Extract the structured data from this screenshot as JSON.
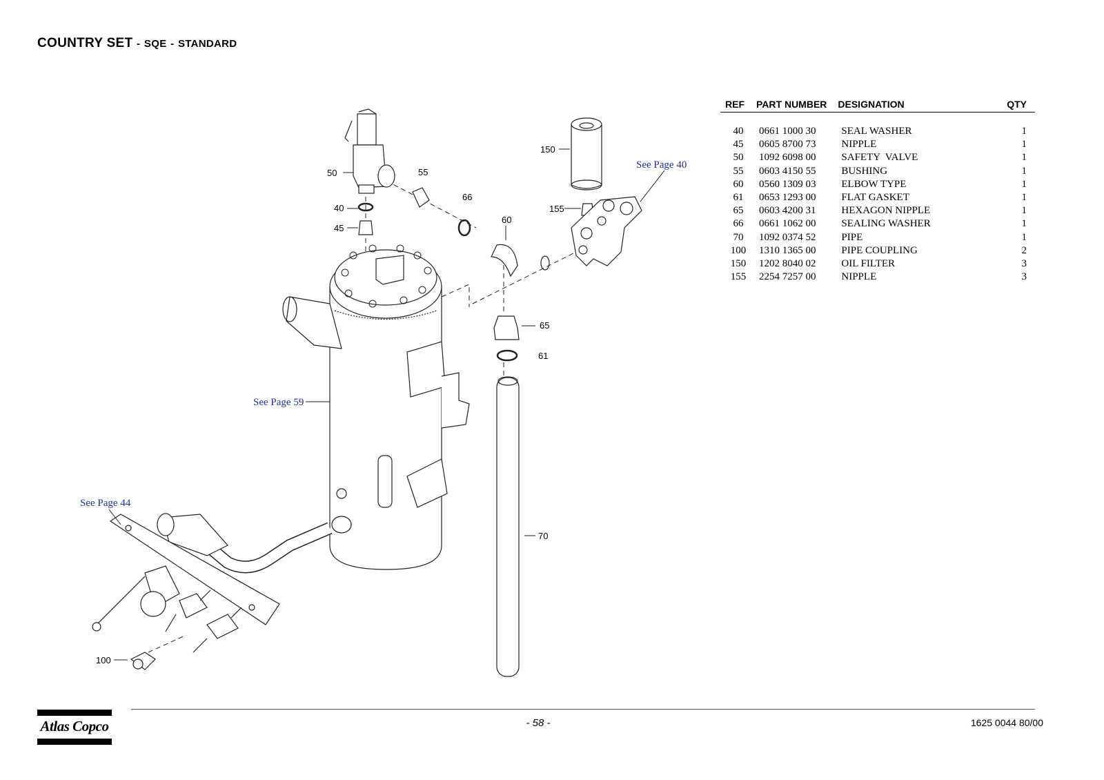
{
  "header": {
    "title_main": "COUNTRY SET",
    "separator": "-",
    "title_model": "SQE",
    "title_variant": "STANDARD"
  },
  "drawing": {
    "callouts": {
      "c40": "40",
      "c45": "45",
      "c50": "50",
      "c55": "55",
      "c60": "60",
      "c61": "61",
      "c65": "65",
      "c66": "66",
      "c70": "70",
      "c100": "100",
      "c150": "150",
      "c155": "155"
    },
    "see_page": {
      "p40": "See Page 40",
      "p59": "See Page 59",
      "p44": "See Page 44"
    }
  },
  "parts_table": {
    "headers": {
      "ref": "REF",
      "part_number": "PART NUMBER",
      "designation": "DESIGNATION",
      "qty": "QTY"
    },
    "rows": [
      {
        "ref": "40",
        "part_number": "0661 1000 30",
        "designation": "SEAL WASHER",
        "qty": "1"
      },
      {
        "ref": "45",
        "part_number": "0605 8700 73",
        "designation": "NIPPLE",
        "qty": "1"
      },
      {
        "ref": "50",
        "part_number": "1092 6098 00",
        "designation": "SAFETY  VALVE",
        "qty": "1"
      },
      {
        "ref": "55",
        "part_number": "0603 4150 55",
        "designation": "BUSHING",
        "qty": "1"
      },
      {
        "ref": "60",
        "part_number": "0560 1309 03",
        "designation": "ELBOW TYPE",
        "qty": "1"
      },
      {
        "ref": "61",
        "part_number": "0653 1293 00",
        "designation": "FLAT GASKET",
        "qty": "1"
      },
      {
        "ref": "65",
        "part_number": "0603 4200 31",
        "designation": "HEXAGON NIPPLE",
        "qty": "1"
      },
      {
        "ref": "66",
        "part_number": "0661 1062 00",
        "designation": "SEALING WASHER",
        "qty": "1"
      },
      {
        "ref": "70",
        "part_number": "1092 0374 52",
        "designation": "PIPE",
        "qty": "1"
      },
      {
        "ref": "100",
        "part_number": "1310 1365 00",
        "designation": "PIPE COUPLING",
        "qty": "2"
      },
      {
        "ref": "150",
        "part_number": "1202 8040 02",
        "designation": "OIL FILTER",
        "qty": "3"
      },
      {
        "ref": "155",
        "part_number": "2254 7257 00",
        "designation": "NIPPLE",
        "qty": "3"
      }
    ]
  },
  "footer": {
    "logo_text": "Atlas Copco",
    "page_number": "- 58 -",
    "document_number": "1625 0044 80/00"
  }
}
